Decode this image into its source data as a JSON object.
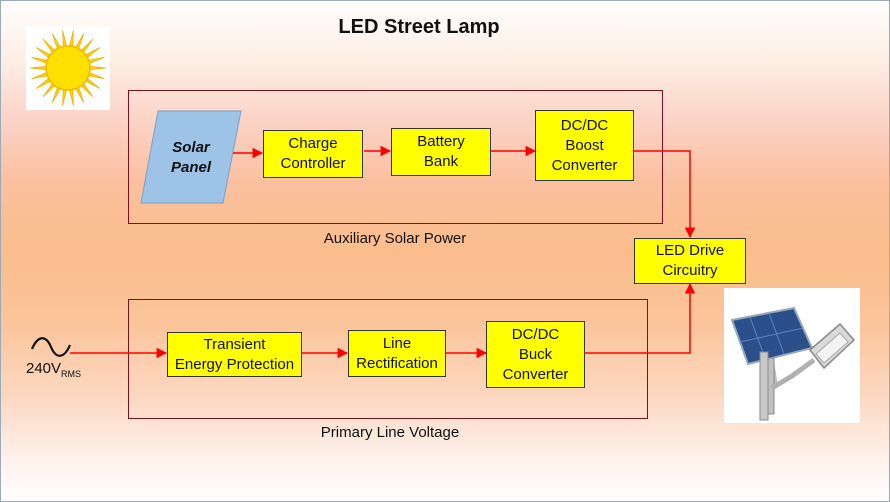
{
  "title": "LED Street Lamp",
  "groups": {
    "solar": {
      "label": "Auxiliary Solar Power"
    },
    "line": {
      "label": "Primary Line Voltage"
    }
  },
  "blocks": {
    "solar_panel": "Solar\nPanel",
    "charge_controller": "Charge\nController",
    "battery_bank": "Battery\nBank",
    "boost_converter": "DC/DC\nBoost\nConverter",
    "led_drive": "LED Drive\nCircuitry",
    "transient_protection": "Transient\nEnergy Protection",
    "line_rectification": "Line\nRectification",
    "buck_converter": "DC/DC\nBuck\nConverter"
  },
  "source": {
    "label": "240V",
    "subscript": "RMS"
  },
  "colors": {
    "block_fill": "#ffff00",
    "panel_fill": "#9dc3e6",
    "group_border": "#7b1020",
    "arrow": "#ff0000"
  },
  "icons": [
    "sun-icon",
    "ac-source-icon",
    "solar-street-lamp-photo"
  ]
}
